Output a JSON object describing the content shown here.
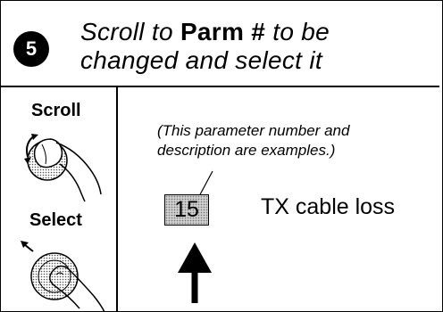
{
  "step": {
    "number": "5",
    "text_before": "Scroll to",
    "keyword": "Parm #",
    "text_after_line1": "to be",
    "line2": "changed and select it"
  },
  "sidebar": {
    "scroll_label": "Scroll",
    "select_label": "Select"
  },
  "note": {
    "line1": "(This parameter number and",
    "line2": "description are examples.)"
  },
  "parameter": {
    "number": "15",
    "description": "TX cable loss"
  }
}
